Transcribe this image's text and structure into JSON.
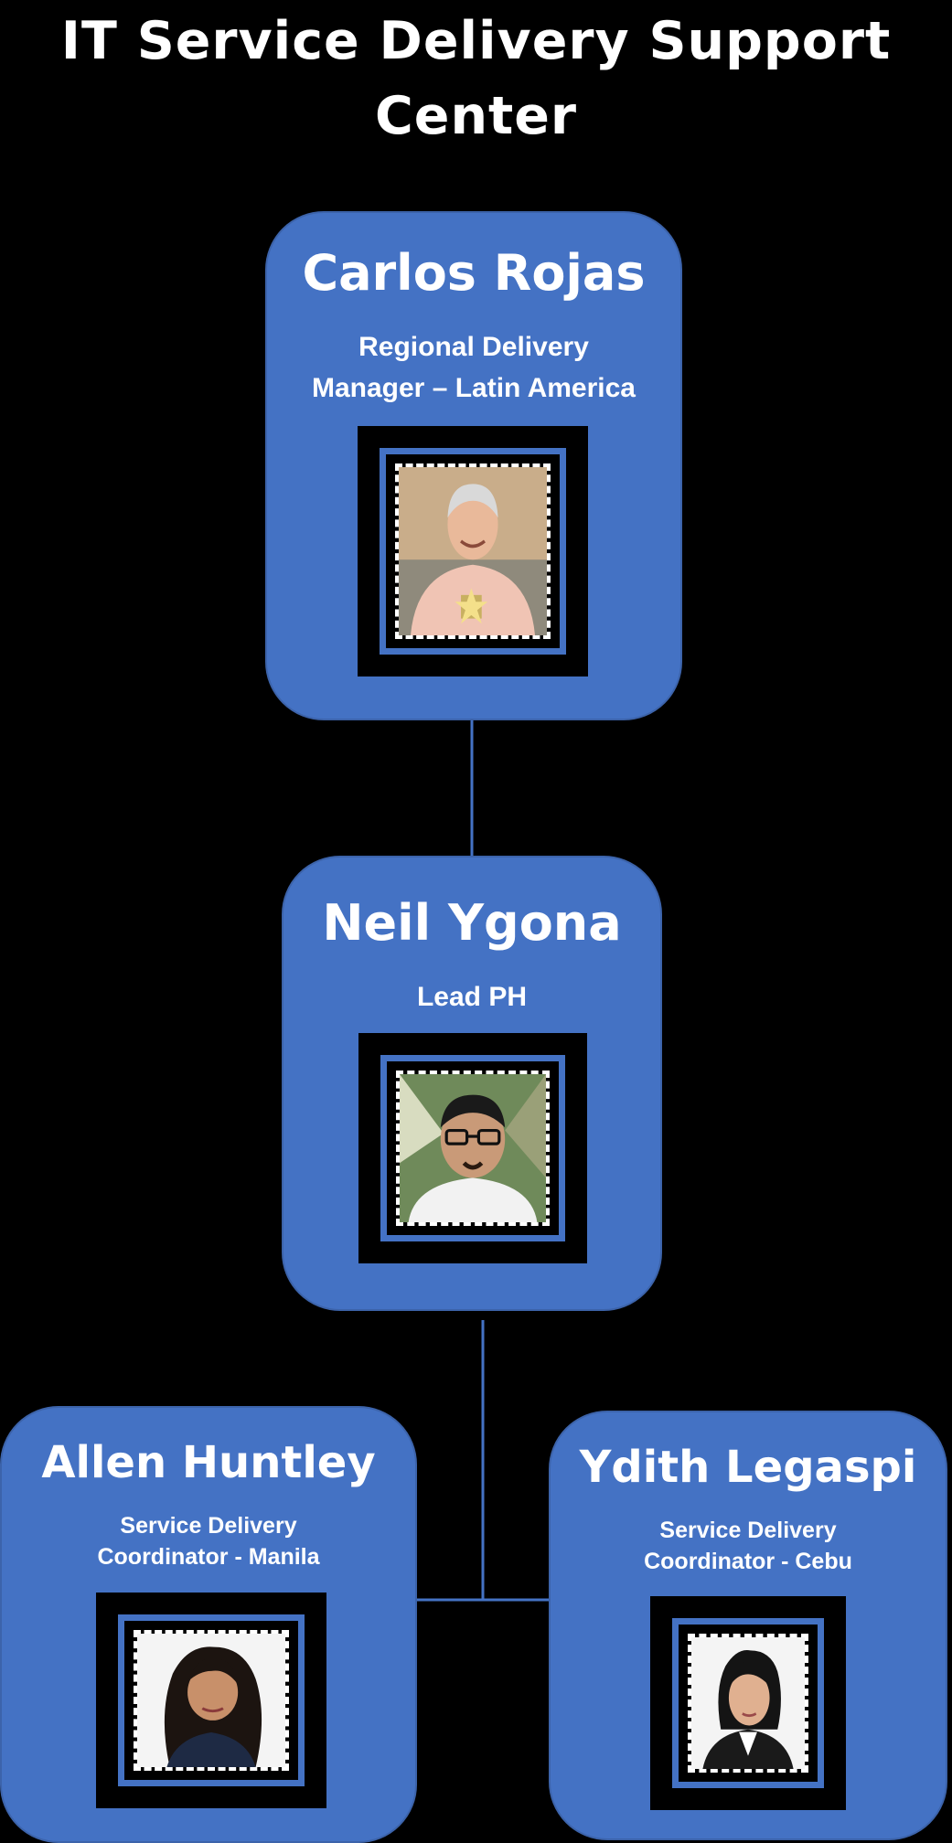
{
  "title": {
    "line1": "IT Service Delivery Support",
    "line2": "Center"
  },
  "people": {
    "carlos": {
      "name": "Carlos Rojas",
      "role_line1": "Regional Delivery",
      "role_line2": "Manager – Latin America",
      "photo_icon": "portrait-man-gray-hair-icon"
    },
    "neil": {
      "name": "Neil Ygona",
      "role_line1": "Lead PH",
      "photo_icon": "portrait-man-glasses-icon"
    },
    "allen": {
      "name": "Allen Huntley",
      "role_line1": "Service Delivery",
      "role_line2": "Coordinator - Manila",
      "photo_icon": "portrait-woman-long-hair-icon"
    },
    "ydith": {
      "name": "Ydith Legaspi",
      "role_line1": "Service Delivery",
      "role_line2": "Coordinator - Cebu",
      "photo_icon": "portrait-woman-dark-hair-icon"
    }
  },
  "colors": {
    "background": "#000000",
    "card": "#4472c4",
    "connector": "#4472c4",
    "text": "#ffffff"
  }
}
